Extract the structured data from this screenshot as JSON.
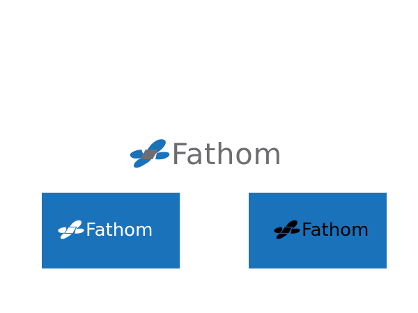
{
  "brand": {
    "name": "Fathom",
    "colors": {
      "primary_blue": "#1a72bb",
      "mark_gray": "#6d6e71",
      "wordmark_gray": "#6d6e71",
      "white": "#ffffff",
      "black": "#000000"
    }
  },
  "variants": [
    {
      "id": "full-color",
      "background": "#ffffff",
      "wordmark": "Fathom"
    },
    {
      "id": "white-on-blue",
      "background": "#1a72bb",
      "wordmark": "Fathom"
    },
    {
      "id": "black-on-blue",
      "background": "#1a72bb",
      "wordmark": "Fathom"
    }
  ]
}
